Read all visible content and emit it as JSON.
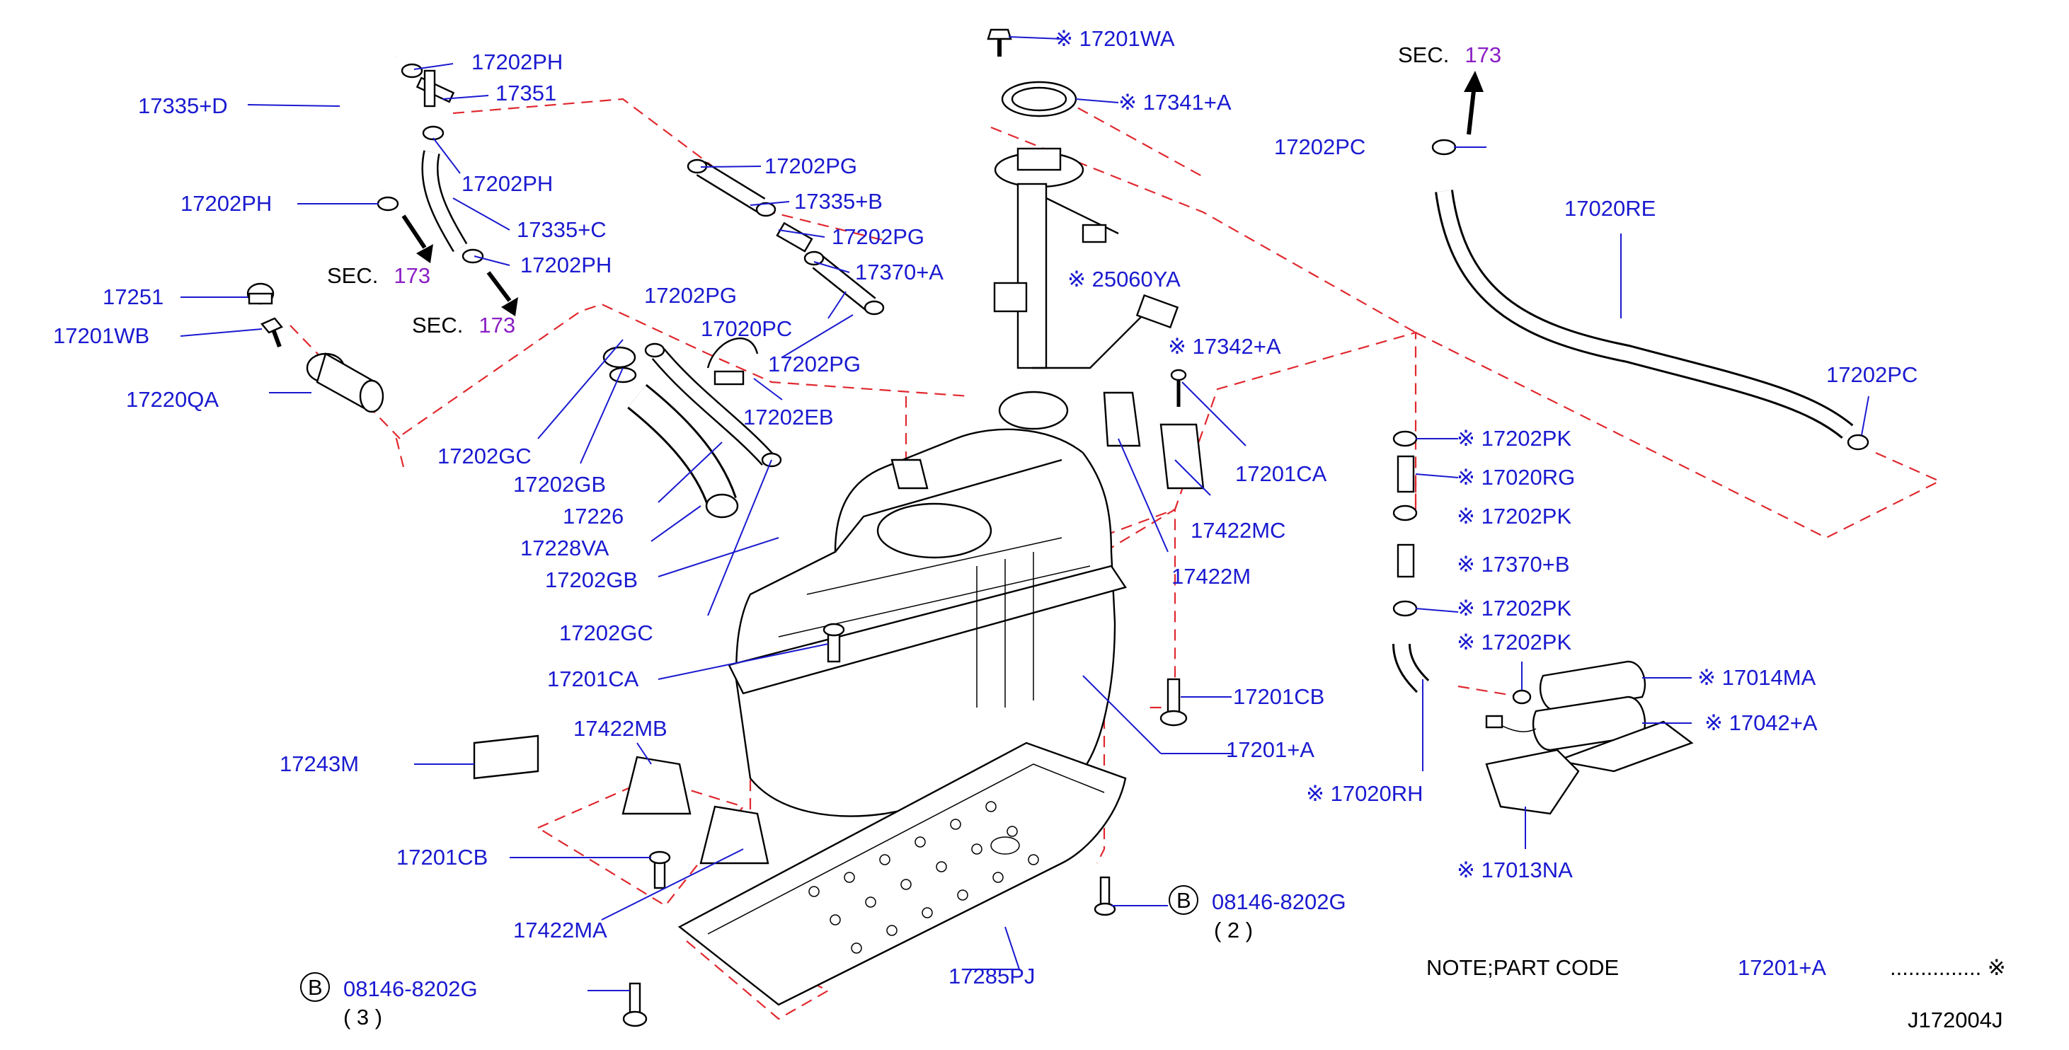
{
  "diagram": {
    "code": "J172004J",
    "note": {
      "text": "NOTE;PART   CODE",
      "code": "17201+A",
      "dots": "............... ※"
    },
    "sections": [
      {
        "prefix": "SEC.",
        "num": "173"
      },
      {
        "prefix": "SEC.",
        "num": "173"
      },
      {
        "prefix": "SEC.",
        "num": "173"
      }
    ],
    "labels": {
      "l17335D": "17335+D",
      "l17202PH_a": "17202PH",
      "l17351": "17351",
      "l17202PH_b": "17202PH",
      "l17202PH_c": "17202PH",
      "l17335C": "17335+C",
      "l17202PH_d": "17202PH",
      "l17202PG_a": "17202PG",
      "l17335B": "17335+B",
      "l17202PG_b": "17202PG",
      "l17370A": "17370+A",
      "l17202PG_c": "17202PG",
      "l17020PC": "17020PC",
      "l17202PG_d": "17202PG",
      "l17202EB": "17202EB",
      "l17251": "17251",
      "l17201WB": "17201WB",
      "l17220QA": "17220QA",
      "l17202GC_a": "17202GC",
      "l17202GB_a": "17202GB",
      "l17226": "17226",
      "l17228VA": "17228VA",
      "l17202GB_b": "17202GB",
      "l17202GC_b": "17202GC",
      "l17201CA_a": "17201CA",
      "l17422MB": "17422MB",
      "l17243M": "17243M",
      "l17201CB_a": "17201CB",
      "l17422MA": "17422MA",
      "l17201WA": "※ 17201WA",
      "l17341A": "※ 17341+A",
      "l25060YA": "※ 25060YA",
      "l17342A": "※ 17342+A",
      "l17201CA_b": "17201CA",
      "l17422MC": "17422MC",
      "l17422M": "17422M",
      "l17201CB_b": "17201CB",
      "l17201A": "17201+A",
      "l08146_a": "08146-8202G",
      "l08146_a_qty": "( 2 )",
      "l17285PJ": "17285PJ",
      "l08146_b": "08146-8202G",
      "l08146_b_qty": "( 3 )",
      "l17202PC_a": "17202PC",
      "l17020RE": "17020RE",
      "l17202PC_b": "17202PC",
      "l17202PK_a": "※ 17202PK",
      "l17020RG": "※ 17020RG",
      "l17202PK_b": "※ 17202PK",
      "l17370B": "※ 17370+B",
      "l17202PK_c": "※ 17202PK",
      "l17202PK_d": "※ 17202PK",
      "l17014MA": "※ 17014MA",
      "l17042A": "※ 17042+A",
      "l17020RH": "※ 17020RH",
      "l17013NA": "※ 17013NA"
    },
    "callout_letter": "B"
  }
}
